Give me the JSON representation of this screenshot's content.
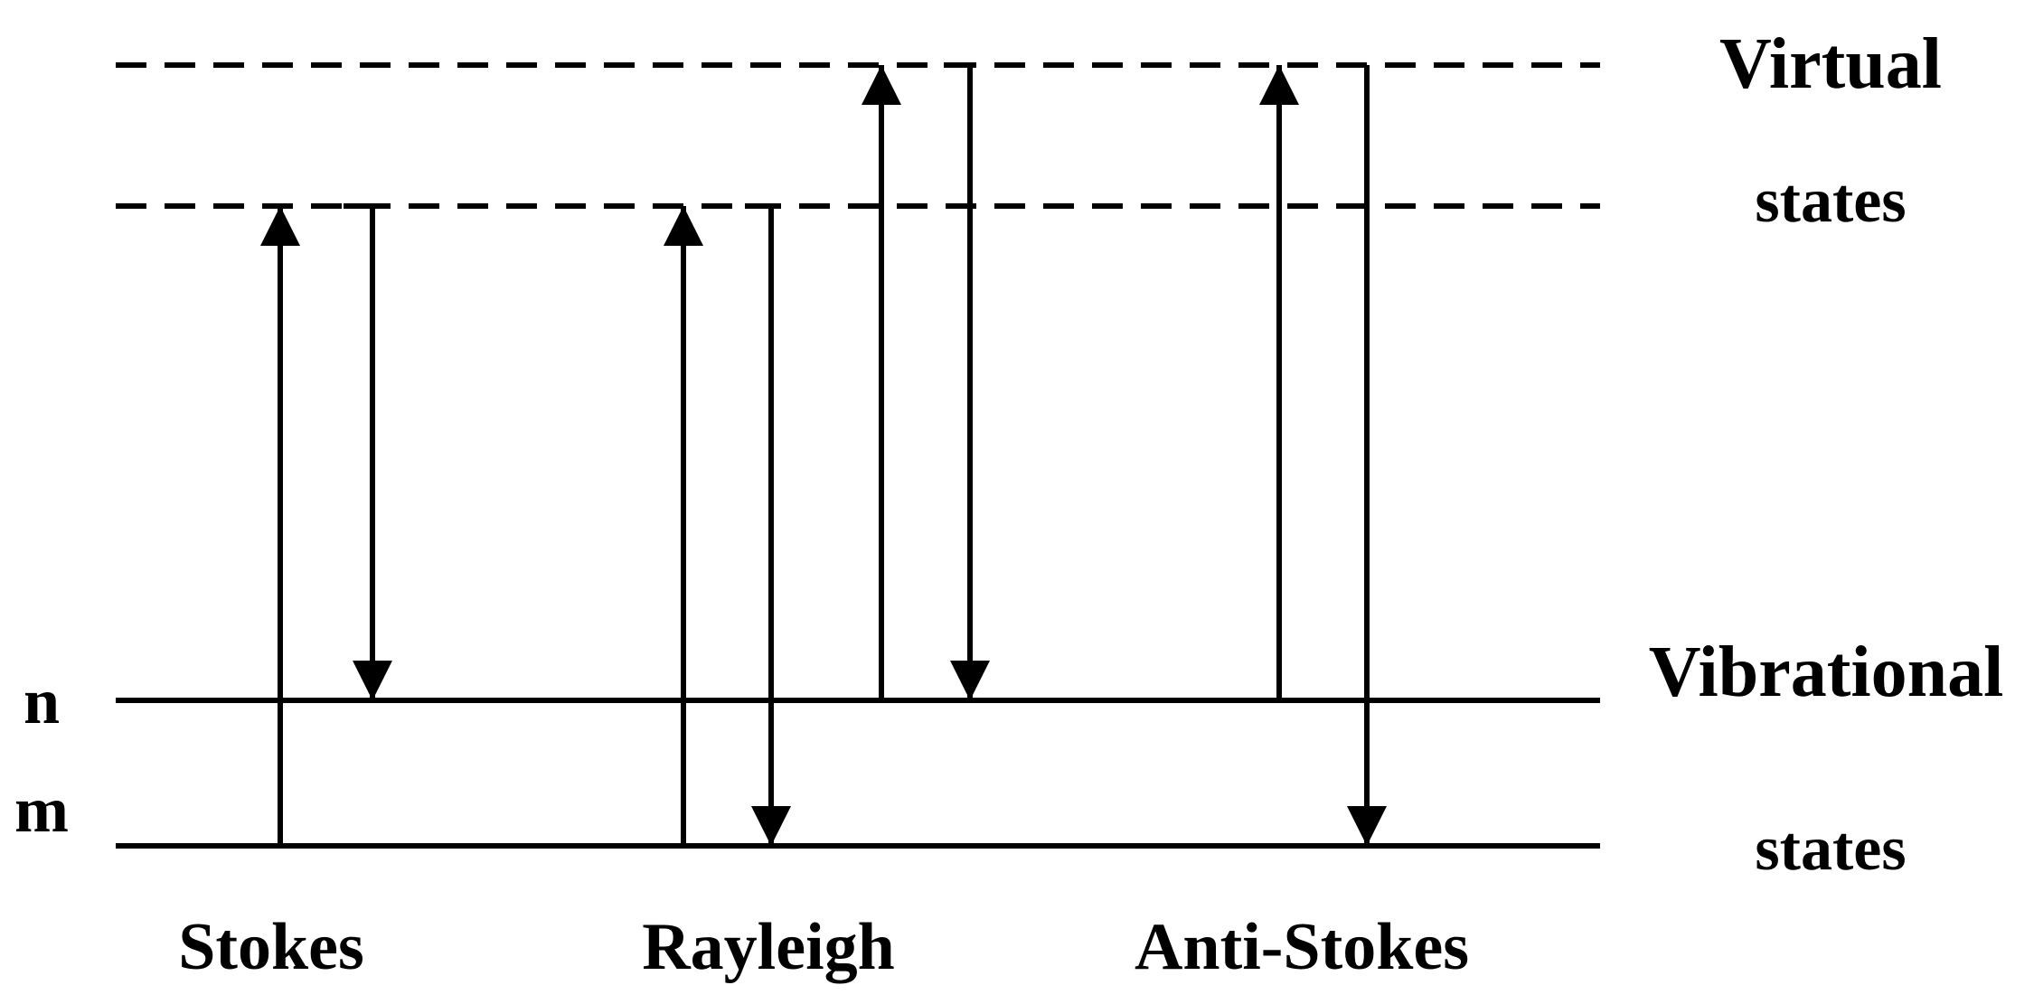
{
  "labels": {
    "virtual_line1": "Virtual",
    "virtual_line2": "states",
    "vibrational_line1": "Vibrational",
    "vibrational_line2": "states",
    "level_n": "n",
    "level_m": "m",
    "stokes": "Stokes",
    "rayleigh": "Rayleigh",
    "anti_stokes": "Anti-Stokes"
  },
  "colors": {
    "ink": "#000000",
    "background": "#ffffff"
  }
}
